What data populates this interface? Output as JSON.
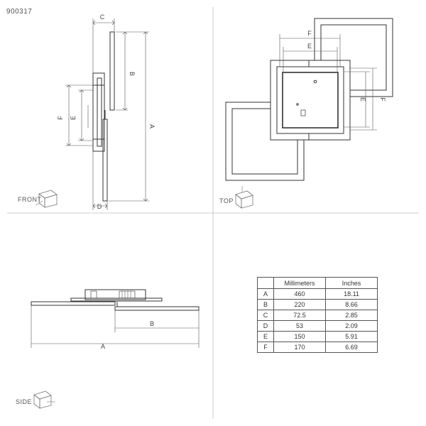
{
  "product_code": "900317",
  "views": {
    "front": "FRONT",
    "top": "TOP",
    "side": "SIDE"
  },
  "dimension_letters": {
    "a": "A",
    "b": "B",
    "c": "C",
    "d": "D",
    "e": "E",
    "f": "F"
  },
  "table": {
    "headers": [
      "",
      "Millimeters",
      "Inches"
    ],
    "rows": [
      {
        "key": "A",
        "mm": "460",
        "in": "18.11"
      },
      {
        "key": "B",
        "mm": "220",
        "in": "8.66"
      },
      {
        "key": "C",
        "mm": "72.5",
        "in": "2.85"
      },
      {
        "key": "D",
        "mm": "53",
        "in": "2.09"
      },
      {
        "key": "E",
        "mm": "150",
        "in": "5.91"
      },
      {
        "key": "F",
        "mm": "170",
        "in": "6.69"
      }
    ]
  }
}
